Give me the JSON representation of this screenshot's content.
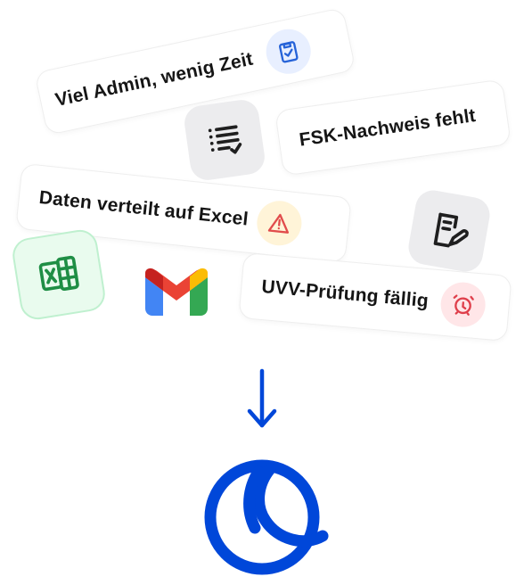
{
  "cards": {
    "admin": {
      "label": "Viel Admin, wenig Zeit",
      "icon": "clipboard-check-icon",
      "icon_color": "#2663d8",
      "icon_bg": "#e8efff"
    },
    "fsk": {
      "label": "FSK-Nachweis fehlt"
    },
    "daten": {
      "label": "Daten verteilt auf Excel",
      "icon": "warning-triangle-icon",
      "icon_color": "#e14c4c",
      "icon_bg": "#fff4d8"
    },
    "uvv": {
      "label": "UVV-Prüfung fällig",
      "icon": "alarm-clock-icon",
      "icon_color": "#df3f4b",
      "icon_bg": "#ffe6e8"
    }
  },
  "tiles": {
    "checklist": {
      "icon": "checklist-icon",
      "bg": "#ececee",
      "stroke": "#1f1f1f"
    },
    "edit": {
      "icon": "document-edit-icon",
      "bg": "#ececee",
      "stroke": "#1f1f1f"
    },
    "excel": {
      "icon": "excel-icon",
      "bg": "#e9fbee",
      "border": "#bff0cf",
      "stroke": "#1f8e45"
    },
    "gmail": {
      "icon": "gmail-icon"
    }
  },
  "flow": {
    "arrow_color": "#0047d9"
  },
  "brand": {
    "logo": "brand-moon-logo",
    "color": "#0047d9"
  }
}
